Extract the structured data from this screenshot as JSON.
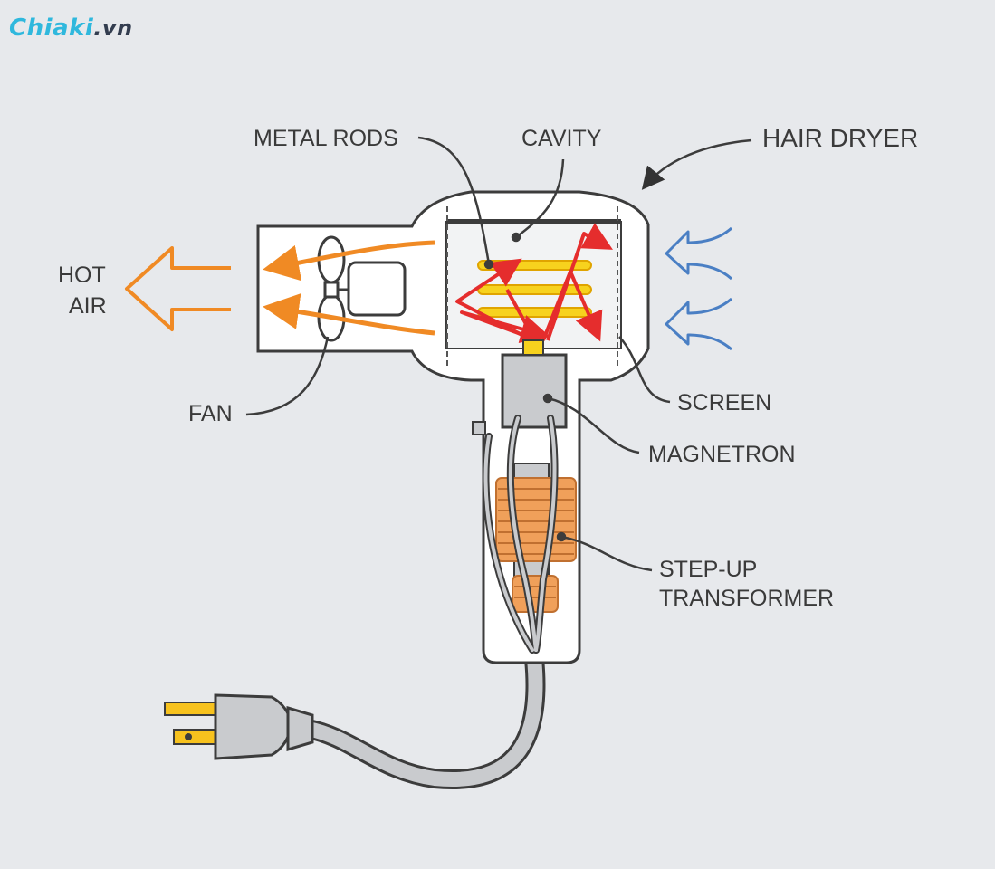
{
  "logo": {
    "brand": "Chiaki",
    "suffix": ".vn"
  },
  "labels": {
    "metal_rods": "METAL RODS",
    "cavity": "CAVITY",
    "hair_dryer": "HAIR DRYER",
    "hot": "HOT",
    "air": "AIR",
    "fan": "FAN",
    "screen": "SCREEN",
    "magnetron": "MAGNETRON",
    "step_up": "STEP-UP",
    "transformer": "TRANSFORMER"
  },
  "colors": {
    "background": "#e7e9ec",
    "outline": "#3c3c3c",
    "body_fill": "#ffffff",
    "hot_air": "#f08a24",
    "microwave": "#e52d2d",
    "rods": "#f7d21e",
    "intake_air": "#4a7fc4",
    "coil": "#f0a05a",
    "metal": "#c9cbce"
  }
}
